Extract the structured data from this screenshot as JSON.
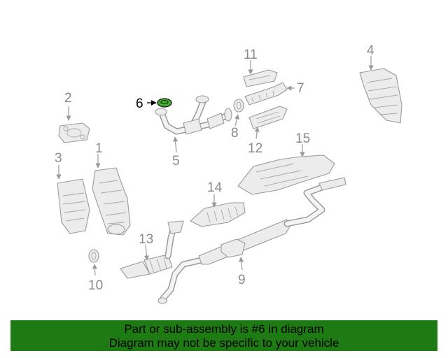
{
  "callouts": {
    "c1": "1",
    "c2": "2",
    "c3": "3",
    "c4": "4",
    "c5": "5",
    "c6": "6",
    "c7": "7",
    "c8": "8",
    "c9": "9",
    "c10": "10",
    "c11": "11",
    "c12": "12",
    "c13": "13",
    "c14": "14",
    "c15": "15"
  },
  "highlight_color": "#3fae2a",
  "banner": {
    "line1": "Part or sub-assembly is #6 in diagram",
    "line2": "Diagram may not be specific to your vehicle",
    "color": "#1e7a12"
  }
}
